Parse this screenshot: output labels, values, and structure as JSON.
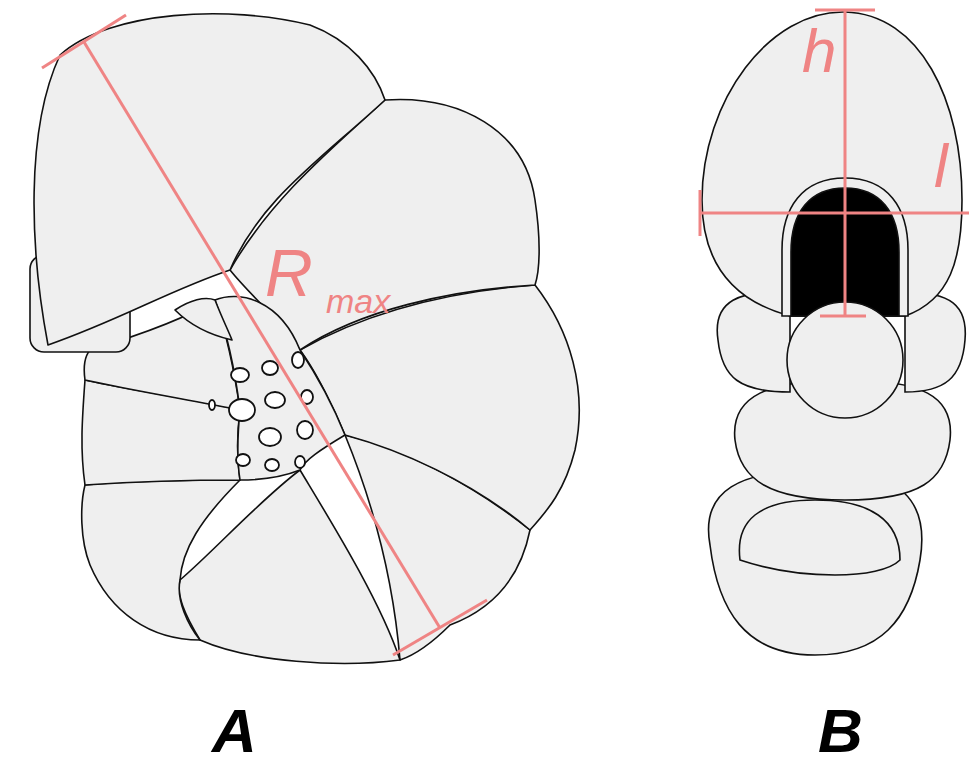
{
  "diagram": {
    "labels": [
      "R",
      "max",
      "h",
      "l",
      "A",
      "B"
    ]
  }
}
